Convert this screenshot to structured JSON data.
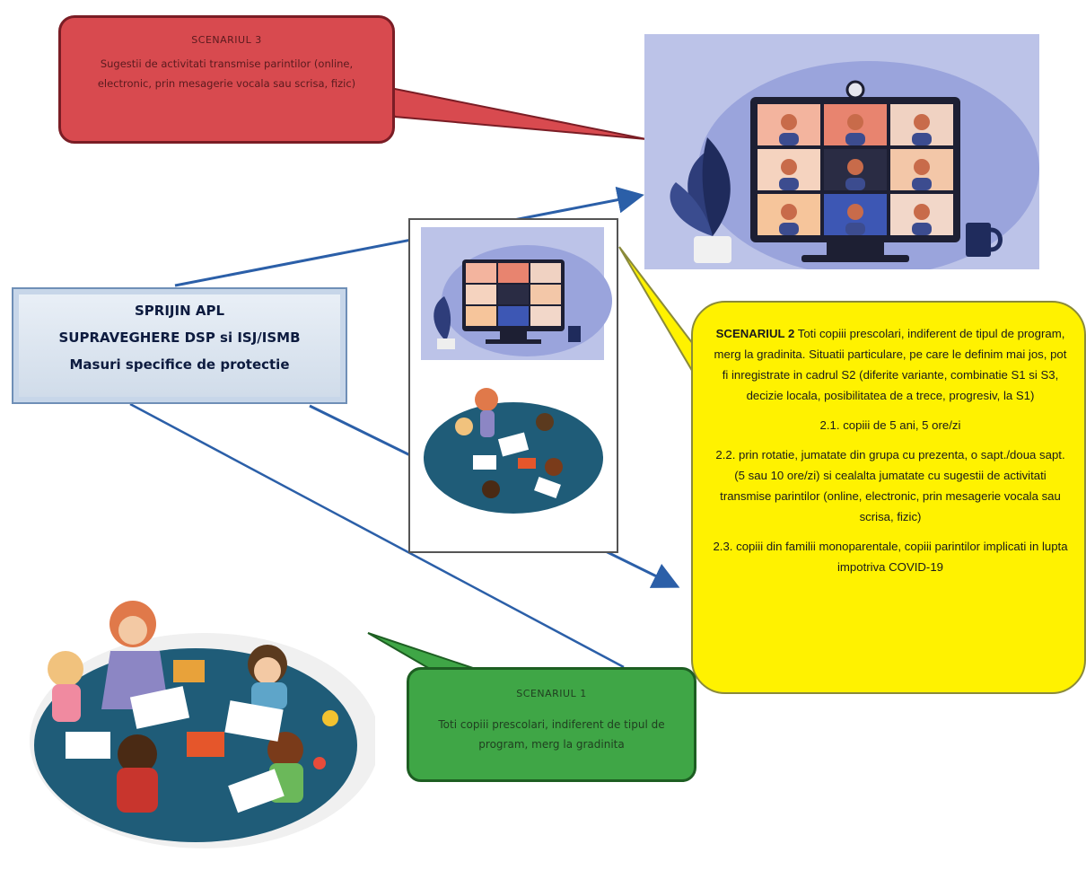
{
  "scenario3": {
    "title": "SCENARIUL 3",
    "text": "Sugestii de activitati transmise parintilor (online, electronic, prin mesagerie vocala sau scrisa, fizic)"
  },
  "support": {
    "line1": "SPRIJIN APL",
    "line2": "SUPRAVEGHERE DSP si ISJ/ISMB",
    "line3": "Masuri specifice de protectie"
  },
  "scenario2": {
    "intro_bold": "SCENARIUL 2",
    "intro_text": " Toti copiii prescolari, indiferent de tipul de program, merg la gradinita. Situatii particulare, pe care le definim mai jos, pot fi inregistrate in cadrul S2 (diferite variante, combinatie S1 si S3, decizie locala, posibilitatea de a trece, progresiv, la S1)",
    "item1": "2.1. copiii de 5 ani, 5 ore/zi",
    "item2": "2.2. prin rotatie, jumatate din grupa cu prezenta, o sapt./doua sapt. (5 sau 10 ore/zi) si cealalta jumatate cu sugestii de activitati transmise parintilor (online, electronic, prin mesagerie vocala sau scrisa, fizic)",
    "item3": "2.3. copiii din familii monoparentale, copiii parintilor implicati in lupta impotriva COVID-19"
  },
  "scenario1": {
    "title": "SCENARIUL 1",
    "text": "Toti copiii prescolari, indiferent de tipul de program, merg la gradinita"
  },
  "colors": {
    "red": "#d84a4f",
    "yellow": "#fff200",
    "green": "#3fa646",
    "arrow": "#2b5fa8"
  },
  "icons": [
    "video-call-illustration",
    "children-drawing-illustration",
    "plant-icon",
    "mug-icon",
    "webcam-icon"
  ]
}
